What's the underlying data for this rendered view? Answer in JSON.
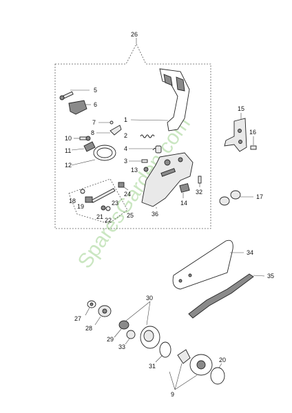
{
  "watermark": "SparesGarden.com",
  "callouts": [
    "1",
    "2",
    "3",
    "4",
    "5",
    "6",
    "7",
    "8",
    "9",
    "10",
    "11",
    "12",
    "13",
    "14",
    "15",
    "16",
    "17",
    "18",
    "19",
    "20",
    "21",
    "22",
    "23",
    "24",
    "25",
    "26",
    "27",
    "28",
    "29",
    "30",
    "31",
    "32",
    "33",
    "34",
    "35",
    "36"
  ]
}
